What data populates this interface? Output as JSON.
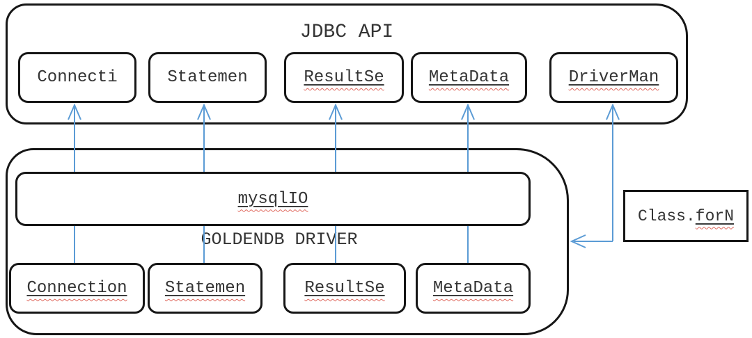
{
  "diagram": {
    "background_color": "#ffffff",
    "arrow_color": "#5b9bd5",
    "border_color": "#161616",
    "spellcheck_color": "#e06a5f",
    "jdbc": {
      "title": "JDBC API",
      "boxes": [
        {
          "label": "Connecti",
          "name_underline": false,
          "spellcheck_underline": false
        },
        {
          "label": "Statemen",
          "name_underline": false,
          "spellcheck_underline": false
        },
        {
          "label": "ResultSe",
          "name_underline": true,
          "spellcheck_underline": true
        },
        {
          "label": "MetaData",
          "name_underline": true,
          "spellcheck_underline": true
        },
        {
          "label": "DriverMan",
          "name_underline": true,
          "spellcheck_underline": true
        }
      ]
    },
    "goldendb": {
      "title": "GOLDENDB DRIVER",
      "io_box": {
        "label": "mysqlIO",
        "name_underline": true,
        "spellcheck_underline": true
      },
      "boxes": [
        {
          "label": "Connection",
          "name_underline": true,
          "spellcheck_underline": true
        },
        {
          "label": "Statemen",
          "name_underline": true,
          "spellcheck_underline": true
        },
        {
          "label": "ResultSe",
          "name_underline": true,
          "spellcheck_underline": true
        },
        {
          "label": "MetaData",
          "name_underline": true,
          "spellcheck_underline": true
        }
      ]
    },
    "class_for_name_box": {
      "prefix": "Class.",
      "suffix": "forN"
    }
  }
}
